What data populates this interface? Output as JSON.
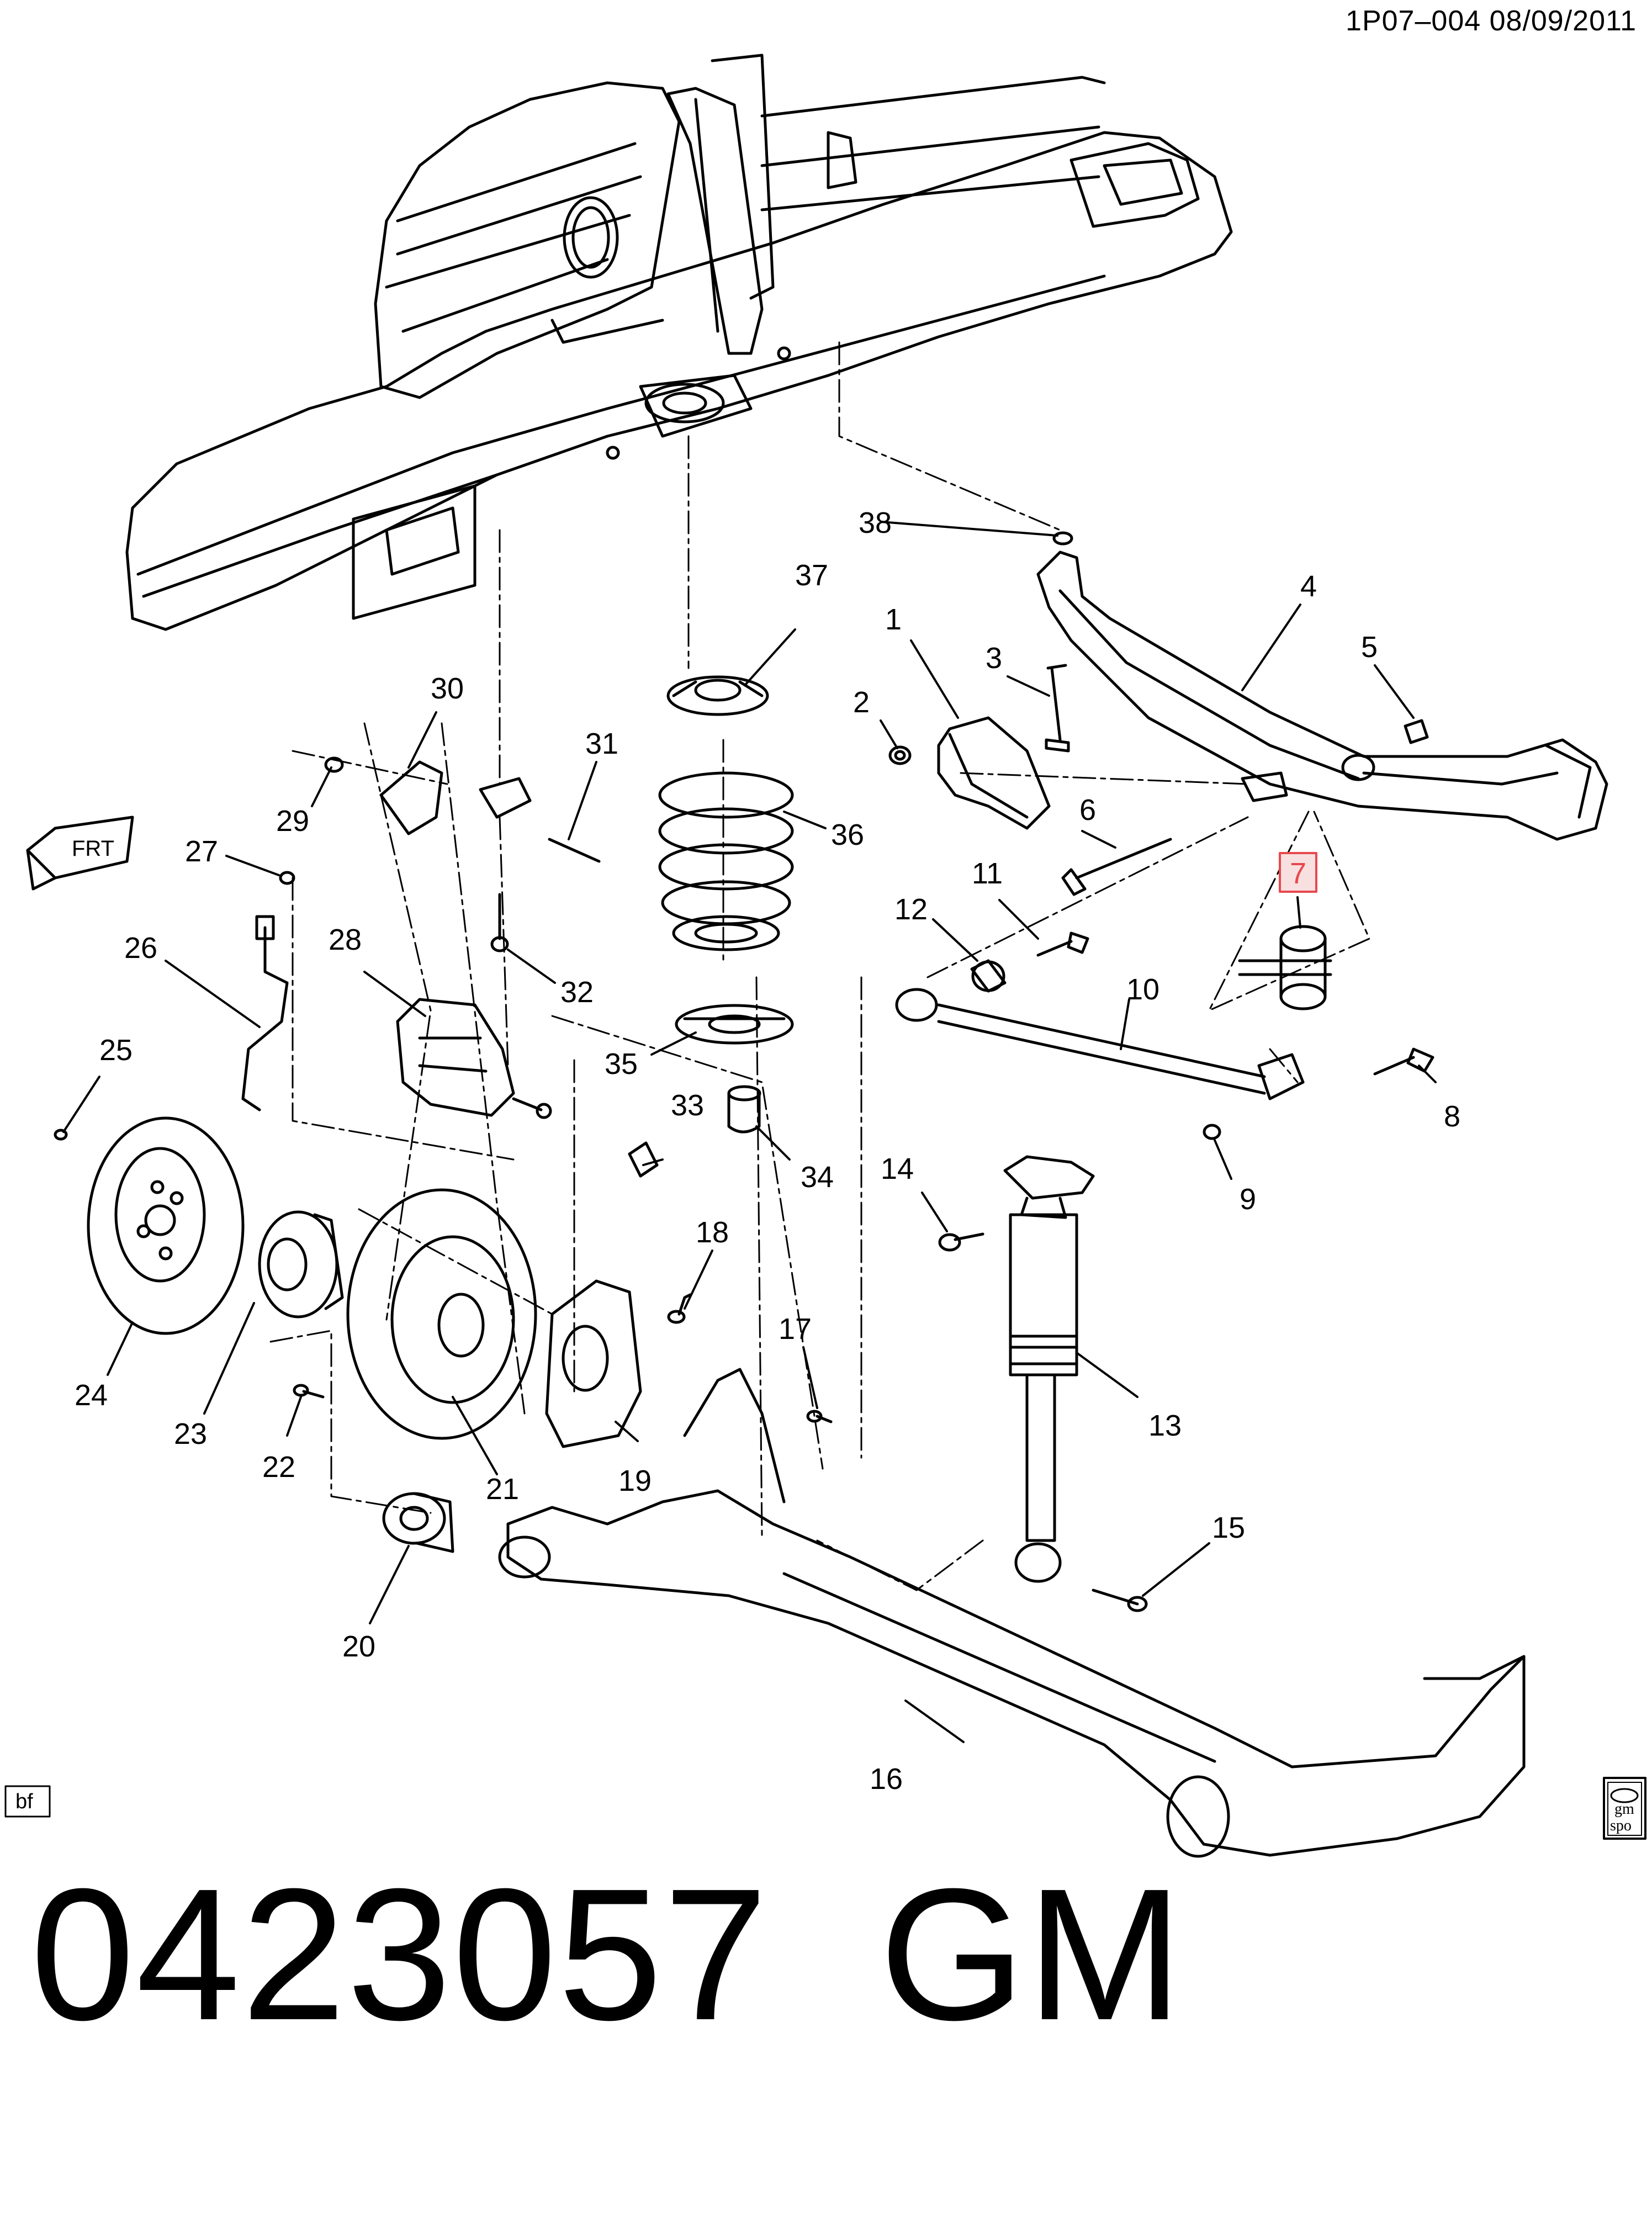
{
  "header": {
    "code_date": "1P07–004  08/09/2011"
  },
  "footer": {
    "part_code": "0423057",
    "brand": "GM"
  },
  "badges": {
    "bf": "bf",
    "logo_top": "gm",
    "logo_bottom": "spo"
  },
  "fwd_glyph": "FRT",
  "highlight_color": "#e8484d",
  "callouts": [
    "1",
    "2",
    "3",
    "4",
    "5",
    "6",
    "7",
    "8",
    "9",
    "10",
    "11",
    "12",
    "13",
    "14",
    "15",
    "16",
    "17",
    "18",
    "19",
    "20",
    "21",
    "22",
    "23",
    "24",
    "25",
    "26",
    "27",
    "28",
    "29",
    "30",
    "31",
    "32",
    "33",
    "34",
    "35",
    "36",
    "37",
    "38"
  ]
}
